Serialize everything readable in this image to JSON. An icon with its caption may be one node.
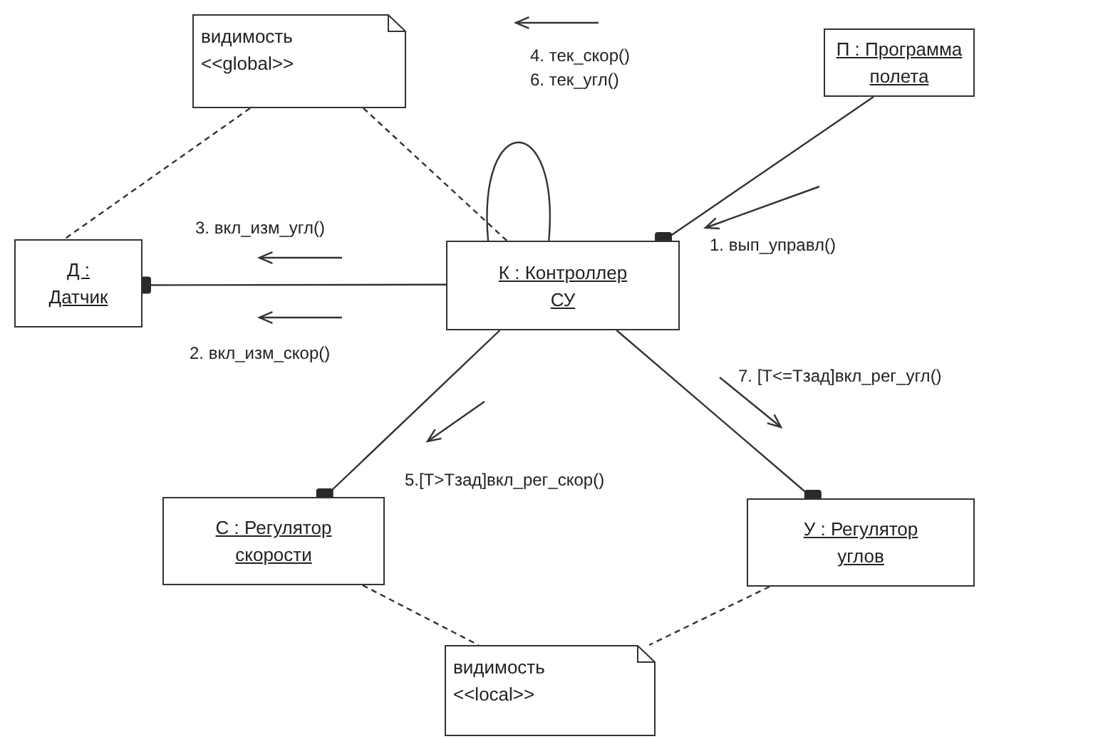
{
  "diagram": {
    "nodes": [
      {
        "text": [
          "видимость",
          "<<global>>"
        ]
      },
      {
        "text": [
          "П : Программа полета"
        ]
      },
      {
        "text": [
          "Д : Датчик"
        ]
      },
      {
        "text": [
          "К : Контроллер СУ"
        ]
      },
      {
        "text": [
          "С : Регулятор скорости"
        ]
      },
      {
        "text": [
          "У : Регулятор углов"
        ]
      },
      {
        "text": [
          "видимость",
          "<<local>>"
        ]
      }
    ],
    "edges": [
      {
        "from": 0,
        "to": 2,
        "arrow": "none",
        "style": "dashed"
      },
      {
        "from": 0,
        "to": 3,
        "arrow": "none",
        "style": "dashed"
      },
      {
        "from": 2,
        "to": 3,
        "arrow": "none"
      },
      {
        "from": 3,
        "to": 3,
        "arrow": "none"
      },
      {
        "from": 1,
        "to": 3,
        "arrow": "none"
      },
      {
        "from": 3,
        "to": 4,
        "arrow": "none"
      },
      {
        "from": 3,
        "to": 5,
        "arrow": "none"
      },
      {
        "from": 4,
        "to": 6,
        "arrow": "none",
        "style": "dashed"
      },
      {
        "from": 5,
        "to": 6,
        "arrow": "none",
        "style": "dashed"
      }
    ],
    "labels": [
      "4. тек_скор()",
      "6. тек_угл()",
      "3. вкл_изм_угл()",
      "1. вып_управл()",
      "2. вкл_изм_скор()",
      "7. [T<=Tзад]вкл_рег_угл()",
      "5.[T>Tзад]вкл_рег_скор()"
    ]
  }
}
